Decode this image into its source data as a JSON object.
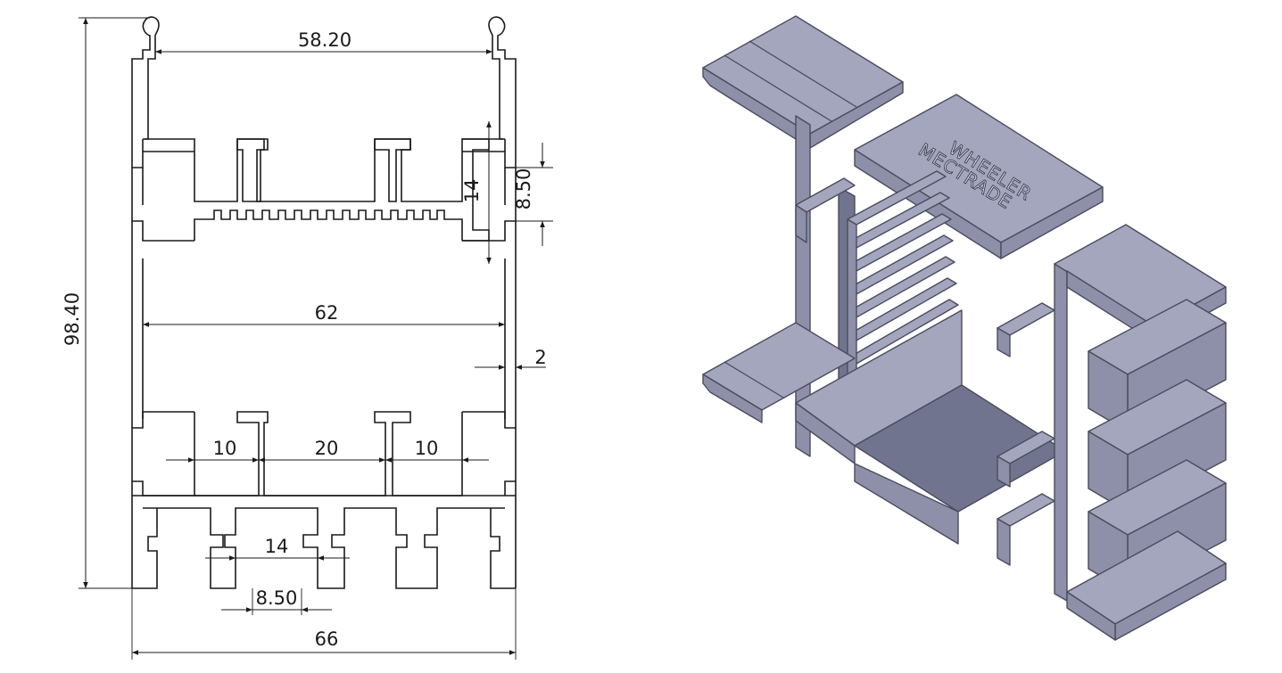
{
  "drawing": {
    "dimensions": {
      "overall_height": "98.40",
      "inner_top_width": "58.20",
      "inner_width": "62",
      "wall_thickness": "2",
      "bottom_left_spacing": "10",
      "bottom_center_spacing": "20",
      "bottom_right_spacing": "10",
      "slot_height": "14",
      "slot_depth": "8.50",
      "bottom_slot_width": "14",
      "bottom_slot_opening": "8.50",
      "overall_width": "66"
    },
    "engraving": {
      "line1": "WHEELER",
      "line2": "MECTRADE"
    },
    "colors": {
      "line": "#1a1a1a",
      "model_top": "#a3a6bd",
      "model_side": "#8d90a8",
      "model_dark": "#71748e"
    }
  }
}
